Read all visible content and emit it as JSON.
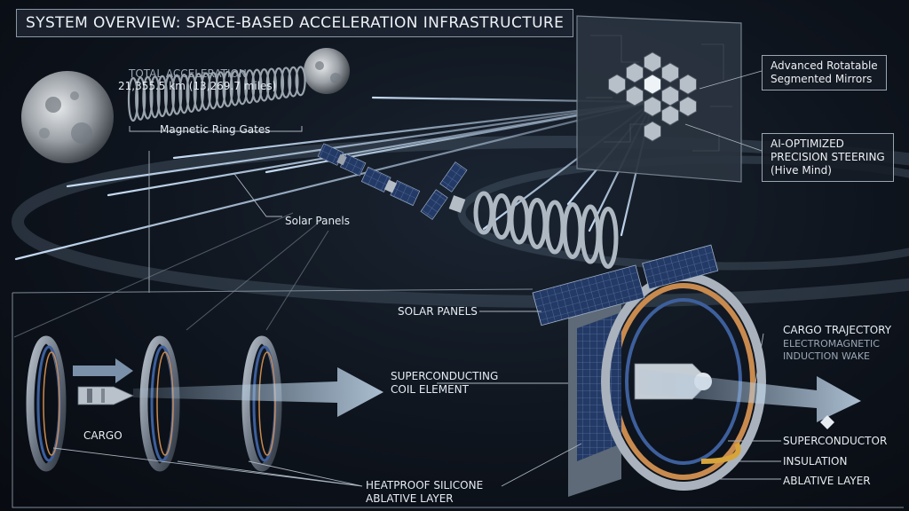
{
  "title": "SYSTEM OVERVIEW: SPACE-BASED ACCELERATION INFRASTRUCTURE",
  "acceleration": {
    "heading": "TOTAL ACCELERATION",
    "distance": "21,355.5 km (13,269.7 miles)"
  },
  "labels": {
    "ring_gates": "Magnetic Ring Gates",
    "solar_panels_top": "Solar Panels",
    "mirrors_line1": "Advanced Rotatable",
    "mirrors_line2": "Segmented Mirrors",
    "steering_line1": "AI-OPTIMIZED",
    "steering_line2": "PRECISION STEERING",
    "steering_line3": "(Hive Mind)",
    "solar_panels_detail": "SOLAR PANELS",
    "coil_line1": "SUPERCONDUCTING",
    "coil_line2": "COIL ELEMENT",
    "cargo": "CARGO",
    "heatproof_line1": "HEATPROOF SILICONE",
    "heatproof_line2": "ABLATIVE LAYER",
    "cargo_trajectory": "CARGO TRAJECTORY",
    "wake_line1": "ELECTROMAGNETIC",
    "wake_line2": "INDUCTION WAKE",
    "superconductor": "SUPERCONDUCTOR",
    "insulation": "INSULATION",
    "ablative_layer": "ABLATIVE LAYER"
  },
  "colors": {
    "beam": "#cfe6ff",
    "ring_blue": "#3d5f9c",
    "ring_copper": "#c98a4e",
    "ablative": "#d6a43a",
    "panel": "#2a3f6e"
  },
  "icons": {
    "moon_large": "moon",
    "moon_small": "moon",
    "mirror_array": "hexagon-mirror-array",
    "satellite": "solar-satellite",
    "cargo_pod": "cargo-capsule"
  }
}
